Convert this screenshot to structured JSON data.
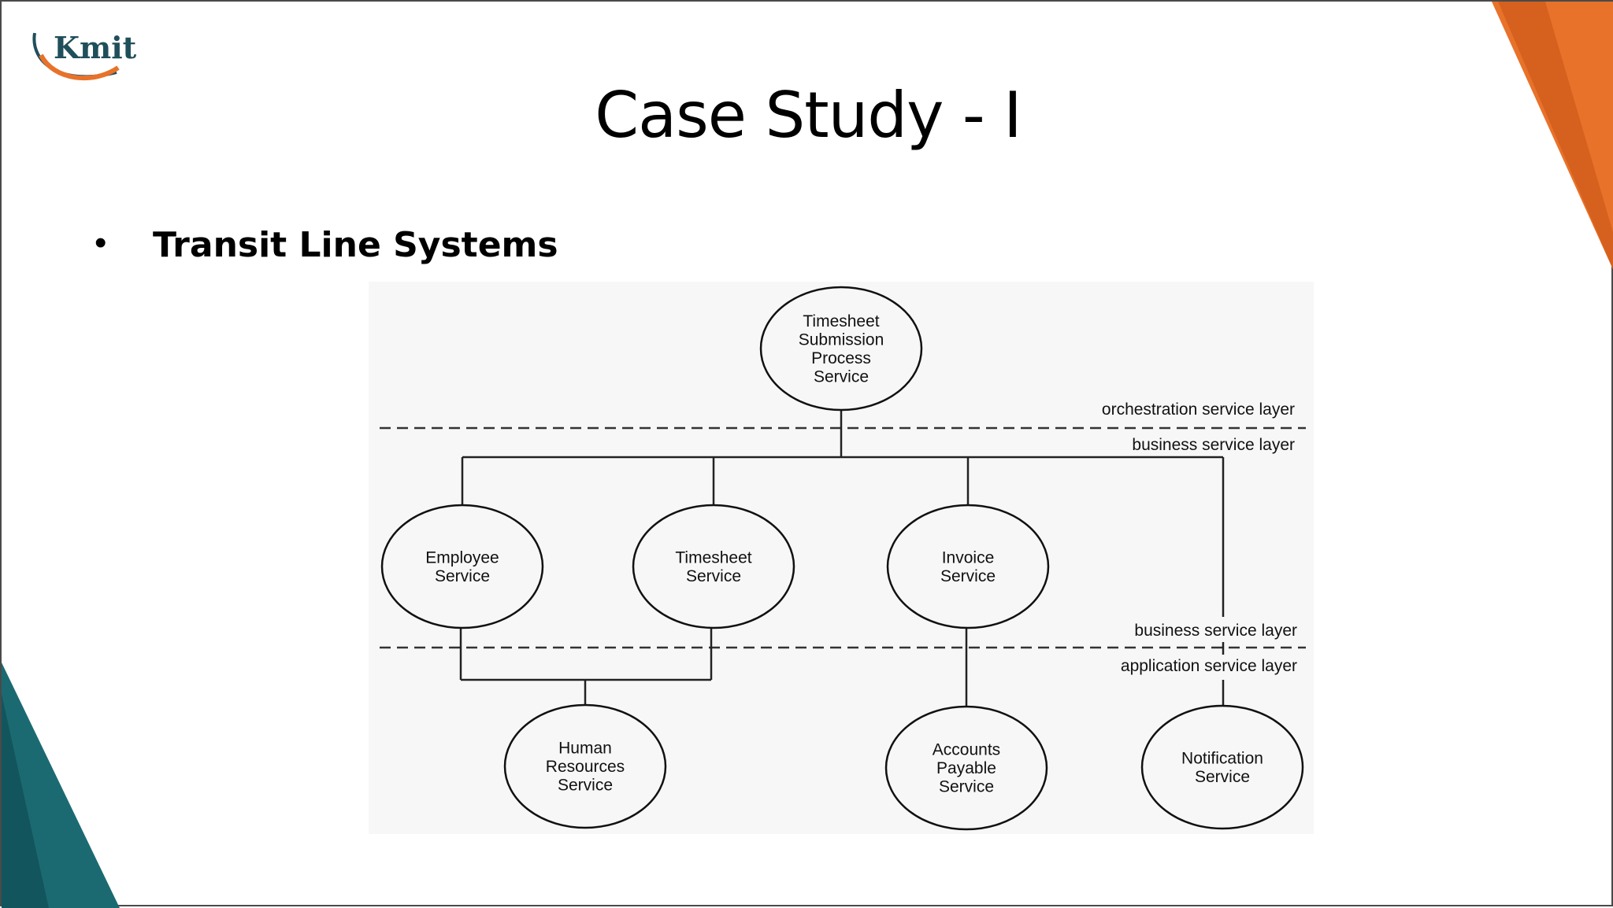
{
  "slide": {
    "logo_text": "Kmit",
    "title": "Case Study - I",
    "bullet": "Transit Line Systems"
  },
  "colors": {
    "accent_orange": "#e8722a",
    "accent_teal": "#1b6a72"
  },
  "diagram": {
    "nodes": [
      {
        "id": "timesheet-submission-process-service",
        "lines": [
          "Timesheet",
          "Submission",
          "Process",
          "Service"
        ]
      },
      {
        "id": "employee-service",
        "lines": [
          "Employee",
          "Service"
        ]
      },
      {
        "id": "timesheet-service",
        "lines": [
          "Timesheet",
          "Service"
        ]
      },
      {
        "id": "invoice-service",
        "lines": [
          "Invoice",
          "Service"
        ]
      },
      {
        "id": "human-resources-service",
        "lines": [
          "Human",
          "Resources",
          "Service"
        ]
      },
      {
        "id": "accounts-payable-service",
        "lines": [
          "Accounts",
          "Payable",
          "Service"
        ]
      },
      {
        "id": "notification-service",
        "lines": [
          "Notification",
          "Service"
        ]
      }
    ],
    "layer_labels": [
      "orchestration service layer",
      "business service layer",
      "business service layer",
      "application service layer"
    ]
  }
}
